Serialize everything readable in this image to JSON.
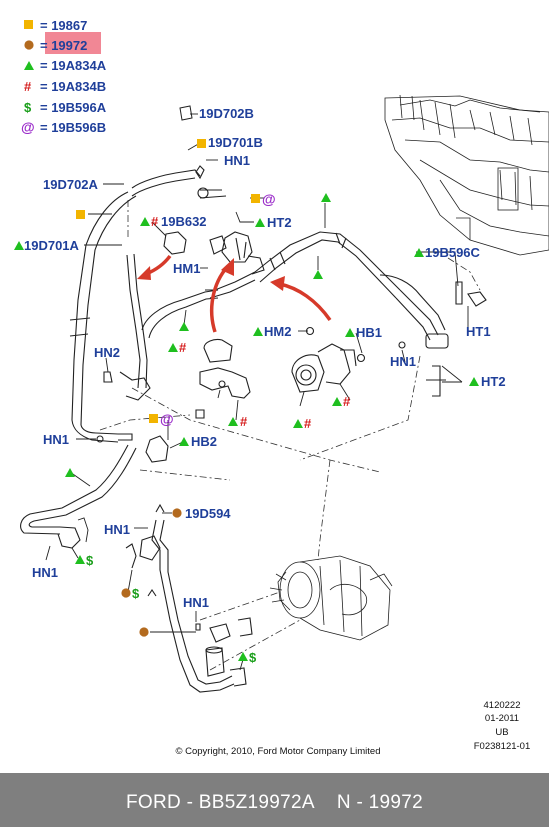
{
  "legend": [
    {
      "symbol": "square",
      "color": "#f2b400",
      "text": "= 19867"
    },
    {
      "symbol": "dot",
      "color": "#b36a1e",
      "text": "= 19972"
    },
    {
      "symbol": "triangle",
      "color": "#1fbf1f",
      "text": "= 19A834A"
    },
    {
      "symbol": "#",
      "color": "#d62020",
      "text": "= 19A834B"
    },
    {
      "symbol": "$",
      "color": "#1a9e1a",
      "text": "= 19B596A"
    },
    {
      "symbol": "@",
      "color": "#9a2bc9",
      "text": "= 19B596B"
    }
  ],
  "highlight_color": "#f07a8a",
  "callouts": {
    "c_19D702B": "19D702B",
    "c_19D701B": "19D701B",
    "c_HN1_top": "HN1",
    "c_19D702A": "19D702A",
    "c_19B632": "19B632",
    "c_HT2_top": "HT2",
    "c_19D701A": "19D701A",
    "c_HM1": "HM1",
    "c_19B596C": "19B596C",
    "c_HT1": "HT1",
    "c_HM2": "HM2",
    "c_HB1": "HB1",
    "c_HN2": "HN2",
    "c_HN1_right": "HN1",
    "c_HT2_right": "HT2",
    "c_HN1_left": "HN1",
    "c_HB2": "HB2",
    "c_19D594": "19D594",
    "c_HN1_mid": "HN1",
    "c_HN1_bl": "HN1",
    "c_HN1_low": "HN1"
  },
  "symbol_colors": {
    "square": "#f2b400",
    "dot": "#b36a1e",
    "triangle": "#1fbf1f",
    "hash": "#d62020",
    "dollar": "#1a9e1a",
    "at": "#9a2bc9",
    "arrow": "#d63a2a"
  },
  "doc_info": {
    "line1": "4120222",
    "line2": "01-2011",
    "line3": "UB",
    "line4": "F0238121-01"
  },
  "copyright": "© Copyright, 2010, Ford Motor Company Limited",
  "footer": {
    "part_info": "FORD - BB5Z19972A",
    "part_number": "N - 19972"
  }
}
